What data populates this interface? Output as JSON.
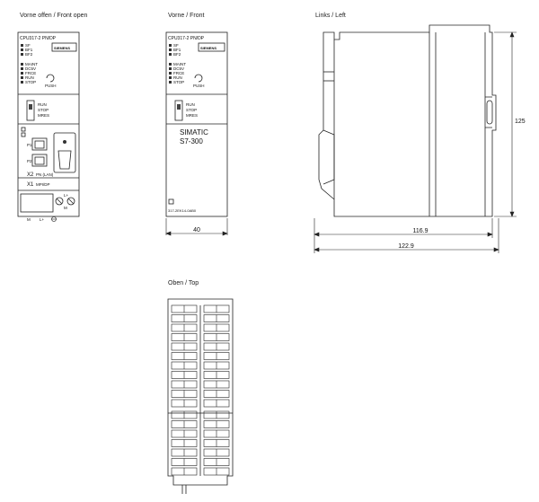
{
  "views": {
    "front_open": {
      "title": "Vorne offen / Front open"
    },
    "front": {
      "title": "Vorne / Front"
    },
    "left": {
      "title": "Links / Left"
    },
    "top": {
      "title": "Oben / Top"
    }
  },
  "module": {
    "model": "CPU317-2 PN/DP",
    "brand": "SIEMENS",
    "leds": [
      "SF",
      "BF1",
      "BF2",
      "MAINT",
      "DC5V",
      "FRCE",
      "RUN",
      "STOP"
    ],
    "push_label": "PUSH",
    "mode_switch": [
      "RUN",
      "STOP",
      "MRES"
    ],
    "product_line1": "SIMATIC",
    "product_line2": "S7-300",
    "order_number": "317-2EK14-0AB0",
    "port_labels": [
      "P1",
      "P2"
    ],
    "x2_label": "X2",
    "x2_sublabel": "PN (LAN)",
    "x1_label": "X1",
    "x1_sublabel": "MPI/DP",
    "power_labels": [
      "L+",
      "M"
    ],
    "bottom_labels": [
      "M",
      "L+"
    ]
  },
  "dimensions": {
    "front_width": "40",
    "depth_inner": "116.9",
    "depth_total": "122.9",
    "height": "125"
  }
}
